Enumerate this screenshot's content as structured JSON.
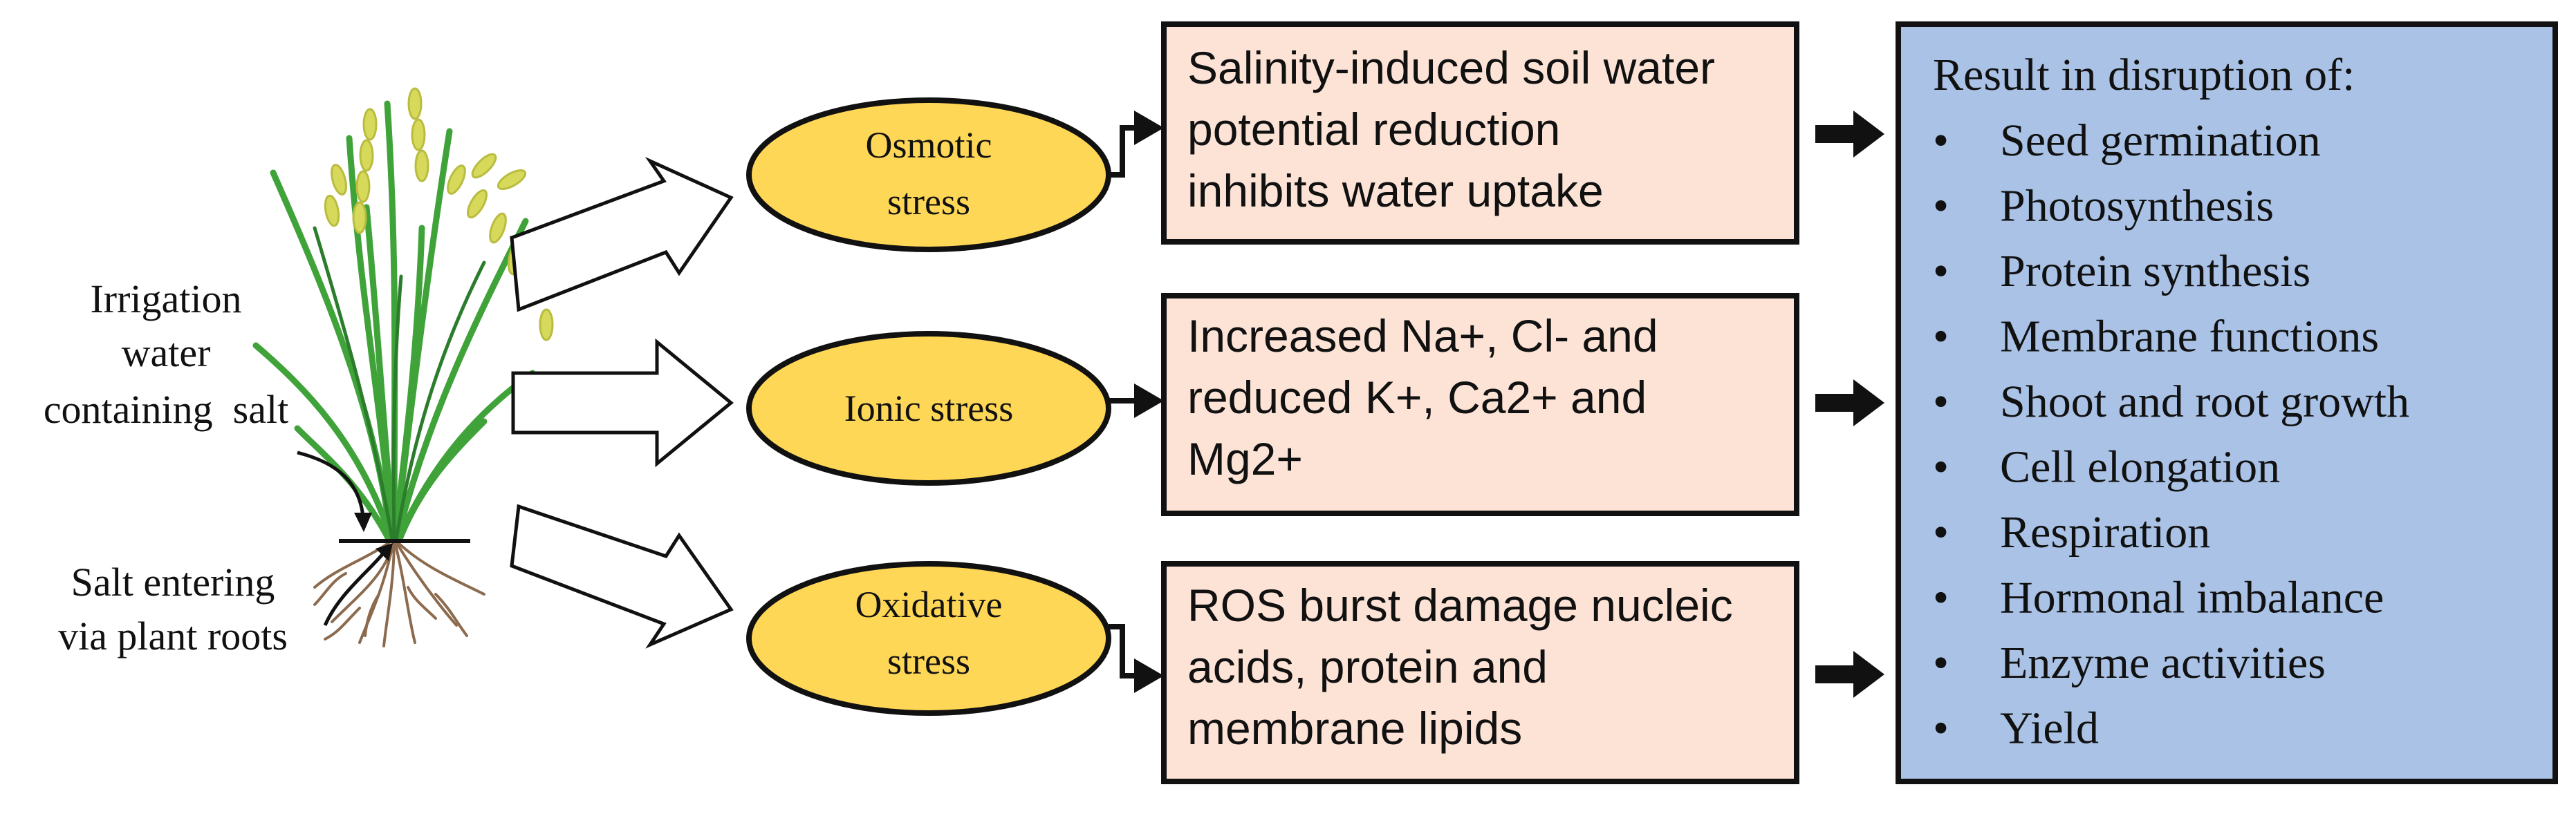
{
  "plant": {
    "irrigation_label": [
      "Irrigation",
      "water",
      "containing  salt"
    ],
    "roots_label": [
      "Salt entering",
      "via plant roots"
    ]
  },
  "stresses": [
    {
      "label": [
        "Osmotic",
        "stress"
      ],
      "effect": [
        "Salinity-induced soil water",
        "potential reduction",
        "inhibits water uptake"
      ]
    },
    {
      "label": [
        "Ionic stress"
      ],
      "effect": [
        "Increased Na+, Cl- and",
        "reduced K+, Ca2+ and",
        "Mg2+"
      ]
    },
    {
      "label": [
        "Oxidative",
        "stress"
      ],
      "effect": [
        "ROS burst damage nucleic",
        "acids, protein and",
        "membrane lipids"
      ]
    }
  ],
  "result": {
    "title": "Result in disruption of:",
    "items": [
      "Seed germination",
      "Photosynthesis",
      "Protein synthesis",
      "Membrane functions",
      "Shoot and root growth",
      "Cell elongation",
      "Respiration",
      "Hormonal imbalance",
      "Enzyme activities",
      "Yield"
    ]
  },
  "colors": {
    "ellipse_fill": "#FFD757",
    "effect_fill": "#FCE3D6",
    "result_fill": "#A9C2E6",
    "leaf_green": "#3FA33A",
    "grain_yellow": "#D6D95A",
    "root_brown": "#8C6A4E"
  }
}
